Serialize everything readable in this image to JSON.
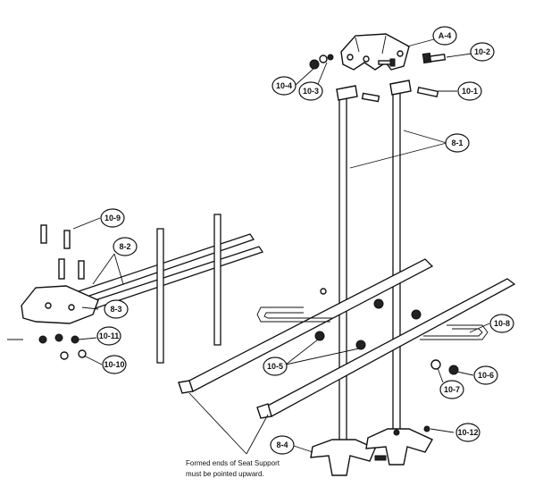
{
  "callouts": {
    "a4": "A-4",
    "c10_2": "10-2",
    "c10_4": "10-4",
    "c10_3": "10-3",
    "c10_1": "10-1",
    "c8_1": "8-1",
    "c10_9": "10-9",
    "c8_2": "8-2",
    "c8_3": "8-3",
    "c10_11": "10-11",
    "c10_10": "10-10",
    "c10_8": "10-8",
    "c10_5": "10-5",
    "c10_7": "10-7",
    "c10_6": "10-6",
    "c8_4": "8-4",
    "c10_12": "10-12"
  },
  "note": {
    "line1": "Formed ends of Seat Support",
    "line2": "must be pointed upward."
  }
}
